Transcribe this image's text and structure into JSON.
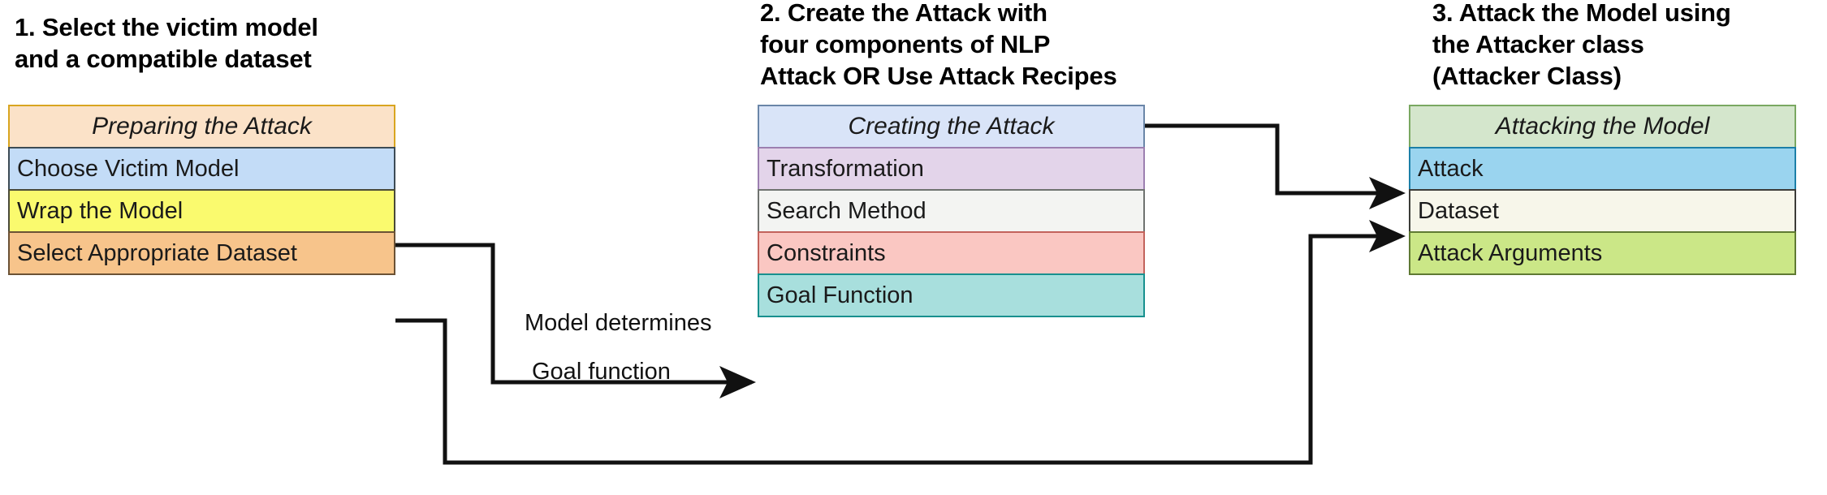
{
  "columns": [
    {
      "heading": "1. Select the victim model\nand a compatible dataset",
      "title": "Preparing the Attack",
      "title_fill": "#fbe2c8",
      "title_border": "#d9a520",
      "items": [
        {
          "label": "Choose Victim Model",
          "fill": "#c3dcf7",
          "border": "#3d4b55"
        },
        {
          "label": "Wrap the Model",
          "fill": "#fafa6e",
          "border": "#4a4a38"
        },
        {
          "label": "Select Appropriate Dataset",
          "fill": "#f7c48b",
          "border": "#6b5235"
        }
      ]
    },
    {
      "heading": "2. Create the Attack with\nfour components of NLP\nAttack OR Use Attack Recipes",
      "title": "Creating the Attack",
      "title_fill": "#d9e4f8",
      "title_border": "#6a86a8",
      "items": [
        {
          "label": "Transformation",
          "fill": "#e3d4ea",
          "border": "#9c7fb0"
        },
        {
          "label": "Search Method",
          "fill": "#f3f4f2",
          "border": "#6f7370"
        },
        {
          "label": "Constraints",
          "fill": "#fac7c2",
          "border": "#c2635c"
        },
        {
          "label": "Goal Function",
          "fill": "#a8dfdd",
          "border": "#18908e"
        }
      ]
    },
    {
      "heading": "3. Attack the Model using\nthe Attacker class\n(Attacker Class)",
      "title": "Attacking the Model",
      "title_fill": "#d4e6cc",
      "title_border": "#7aa861",
      "items": [
        {
          "label": "Attack",
          "fill": "#9ad4ef",
          "border": "#1b7fa8"
        },
        {
          "label": "Dataset",
          "fill": "#f7f6ea",
          "border": "#3c3c38"
        },
        {
          "label": "Attack Arguments",
          "fill": "#cbe787",
          "border": "#5f7a33"
        }
      ]
    }
  ],
  "edges": {
    "model_determines": "Model determines",
    "goal_function": "Goal function"
  },
  "palette": {
    "connector_stroke": "#111111",
    "background": "#ffffff",
    "text": "#000000"
  }
}
